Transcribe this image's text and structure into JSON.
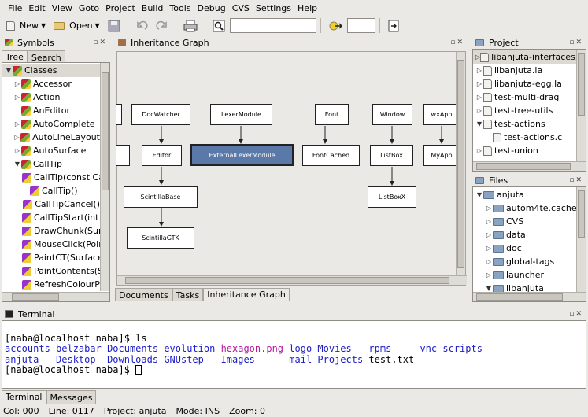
{
  "menu": [
    "File",
    "Edit",
    "View",
    "Goto",
    "Project",
    "Build",
    "Tools",
    "Debug",
    "CVS",
    "Settings",
    "Help"
  ],
  "toolbar": {
    "new_label": "New",
    "open_label": "Open"
  },
  "symbols": {
    "title": "Symbols",
    "tabs": [
      "Tree",
      "Search"
    ],
    "items": [
      {
        "label": "Classes",
        "level": 0,
        "arrow": "down",
        "icon": "class",
        "selected": true
      },
      {
        "label": "Accessor",
        "level": 1,
        "arrow": "right",
        "icon": "class"
      },
      {
        "label": "Action",
        "level": 1,
        "arrow": "right",
        "icon": "class"
      },
      {
        "label": "AnEditor",
        "level": 1,
        "arrow": "",
        "icon": "class"
      },
      {
        "label": "AutoComplete",
        "level": 1,
        "arrow": "right",
        "icon": "class"
      },
      {
        "label": "AutoLineLayout",
        "level": 1,
        "arrow": "right",
        "icon": "class"
      },
      {
        "label": "AutoSurface",
        "level": 1,
        "arrow": "right",
        "icon": "class"
      },
      {
        "label": "CallTip",
        "level": 1,
        "arrow": "down",
        "icon": "class"
      },
      {
        "label": "CallTip(const Ca",
        "level": 2,
        "arrow": "",
        "icon": "method"
      },
      {
        "label": "CallTip()",
        "level": 2,
        "arrow": "",
        "icon": "method"
      },
      {
        "label": "CallTipCancel()",
        "level": 2,
        "arrow": "",
        "icon": "method"
      },
      {
        "label": "CallTipStart(int p",
        "level": 2,
        "arrow": "",
        "icon": "method"
      },
      {
        "label": "DrawChunk(Surf",
        "level": 2,
        "arrow": "",
        "icon": "method"
      },
      {
        "label": "MouseClick(Poin",
        "level": 2,
        "arrow": "",
        "icon": "method"
      },
      {
        "label": "PaintCT(Surface",
        "level": 2,
        "arrow": "",
        "icon": "method"
      },
      {
        "label": "PaintContents(Su",
        "level": 2,
        "arrow": "",
        "icon": "method"
      },
      {
        "label": "RefreshColourPa",
        "level": 2,
        "arrow": "",
        "icon": "method"
      }
    ]
  },
  "graph": {
    "title": "Inheritance Graph",
    "nodes": {
      "docwatcher": "DocWatcher",
      "lexermodule": "LexerModule",
      "font": "Font",
      "window": "Window",
      "wxapp": "wxApp",
      "editor": "Editor",
      "externallexermodule": "ExternalLexerModule",
      "fontcached": "FontCached",
      "listbox": "ListBox",
      "myapp": "MyApp",
      "scintillabase": "ScintillaBase",
      "listboxx": "ListBoxX",
      "scintillagtk": "ScintillaGTK"
    },
    "tabs": [
      "Documents",
      "Tasks",
      "Inheritance Graph"
    ]
  },
  "project": {
    "title": "Project",
    "items": [
      {
        "label": "libanjuta-interfaces.la",
        "arrow": "right",
        "level": 0,
        "selected": true
      },
      {
        "label": "libanjuta.la",
        "arrow": "right",
        "level": 0
      },
      {
        "label": "libanjuta-egg.la",
        "arrow": "right",
        "level": 0
      },
      {
        "label": "test-multi-drag",
        "arrow": "right",
        "level": 0
      },
      {
        "label": "test-tree-utils",
        "arrow": "right",
        "level": 0
      },
      {
        "label": "test-actions",
        "arrow": "down",
        "level": 0
      },
      {
        "label": "test-actions.c",
        "arrow": "",
        "level": 1
      },
      {
        "label": "test-union",
        "arrow": "right",
        "level": 0
      }
    ]
  },
  "files": {
    "title": "Files",
    "items": [
      {
        "label": "anjuta",
        "arrow": "down",
        "level": 0
      },
      {
        "label": "autom4te.cache",
        "arrow": "right",
        "level": 1
      },
      {
        "label": "CVS",
        "arrow": "right",
        "level": 1
      },
      {
        "label": "data",
        "arrow": "right",
        "level": 1
      },
      {
        "label": "doc",
        "arrow": "right",
        "level": 1
      },
      {
        "label": "global-tags",
        "arrow": "right",
        "level": 1
      },
      {
        "label": "launcher",
        "arrow": "right",
        "level": 1
      },
      {
        "label": "libanjuta",
        "arrow": "down",
        "level": 1
      }
    ]
  },
  "terminal": {
    "title": "Terminal",
    "prompt1": "[naba@localhost naba]$ ls",
    "row1": [
      "accounts",
      "belzabar",
      "Documents",
      "evolution",
      "hexagon.png",
      "logo",
      "Movies",
      "rpms",
      "vnc-scripts"
    ],
    "row2": [
      "anjuta",
      "Desktop",
      "Downloads",
      "GNUstep",
      "Images",
      "mail",
      "Projects",
      "test.txt"
    ],
    "prompt2": "[naba@localhost naba]$ ",
    "tabs": [
      "Terminal",
      "Messages"
    ]
  },
  "status": {
    "col": "Col: 000",
    "line": "Line: 0117",
    "project": "Project: anjuta",
    "mode": "Mode: INS",
    "zoom": "Zoom: 0"
  },
  "colors": {
    "selected_node": "#5b79a8",
    "dir_blue": "#1c1cc8",
    "image_magenta": "#b418a0"
  }
}
